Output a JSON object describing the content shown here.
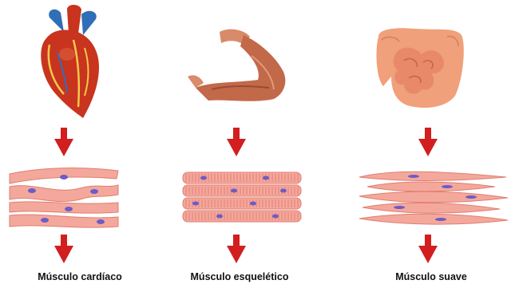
{
  "diagram": {
    "columns": [
      {
        "organ_icon": "heart",
        "tissue": "cardiac-tissue",
        "label": "Músculo cardíaco"
      },
      {
        "organ_icon": "flexed-arm",
        "tissue": "skeletal-tissue",
        "label": "Músculo esquelético"
      },
      {
        "organ_icon": "intestines",
        "tissue": "smooth-tissue",
        "label": "Músculo suave"
      }
    ],
    "colors": {
      "arrow": "#d21e1e",
      "fiber_fill": "#f4a89c",
      "fiber_stroke": "#e07d70",
      "nucleus": "#6c5bc8",
      "heart_red": "#c8341e",
      "heart_blue": "#2f6fb8",
      "muscle_flesh": "#c2694a",
      "intestine": "#f0a07a"
    }
  }
}
